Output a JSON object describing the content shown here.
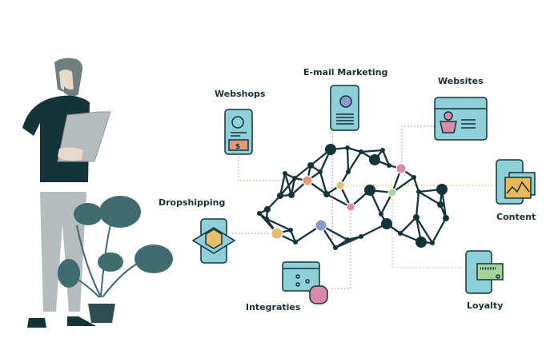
{
  "labels": {
    "email_marketing": "E-mail Marketing",
    "webshops": "Webshops",
    "websites": "Websites",
    "dropshipping": "Dropshipping",
    "content": "Content",
    "integraties": "Integraties",
    "loyalty": "Loyalty"
  },
  "icons": {
    "webshops": "phone-shop-icon",
    "email_marketing": "email-document-icon",
    "websites": "browser-window-icon",
    "dropshipping": "package-icon",
    "content": "chart-image-icon",
    "integraties": "database-integration-icon",
    "loyalty": "loyalty-card-icon"
  },
  "webshop_price_symbol": "$",
  "colors": {
    "dark": "#14343a",
    "card": "#8ecfd8",
    "orange": "#e39a78",
    "yellow": "#e4bd6d",
    "pink": "#d98aa8",
    "green": "#a9d39a",
    "blue": "#8a9ccc",
    "content_fill": "#e8b85c",
    "loyalty_fill": "#a6d39a",
    "plant": "#3f6b6e",
    "person_gray": "#b6bcbd"
  }
}
